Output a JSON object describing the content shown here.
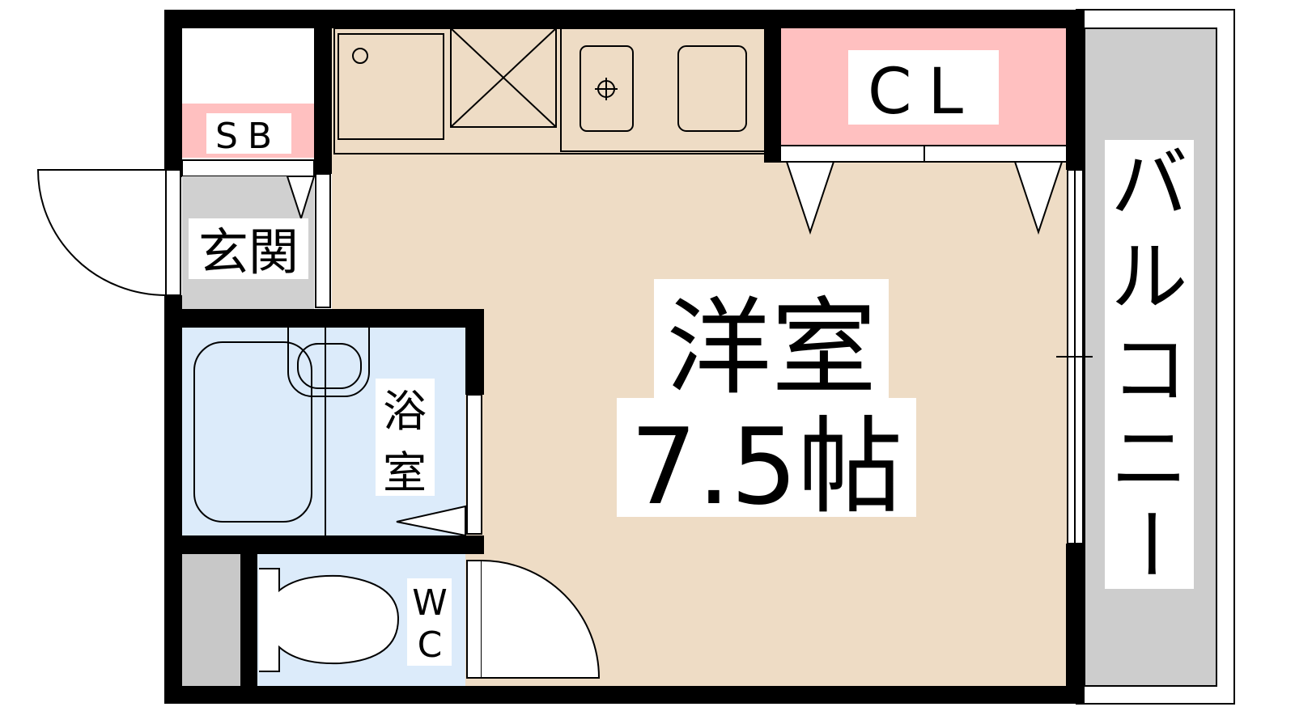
{
  "rooms": {
    "western_room": {
      "name": "洋室",
      "size": "7.5帖"
    },
    "closet": "CL",
    "shoe_box": "SB",
    "entrance": "玄関",
    "bathroom": [
      "浴",
      "室"
    ],
    "toilet": [
      "W",
      "C"
    ],
    "balcony": [
      "バ",
      "ル",
      "コ",
      "ニ",
      "ー"
    ]
  },
  "colors": {
    "wall": "#000000",
    "room_floor": "#EEDCC5",
    "closet": "#FFC0C0",
    "wet_area": "#DCEBFA",
    "entrance": "#D0D0D0",
    "balcony": "#CDCDCD"
  }
}
